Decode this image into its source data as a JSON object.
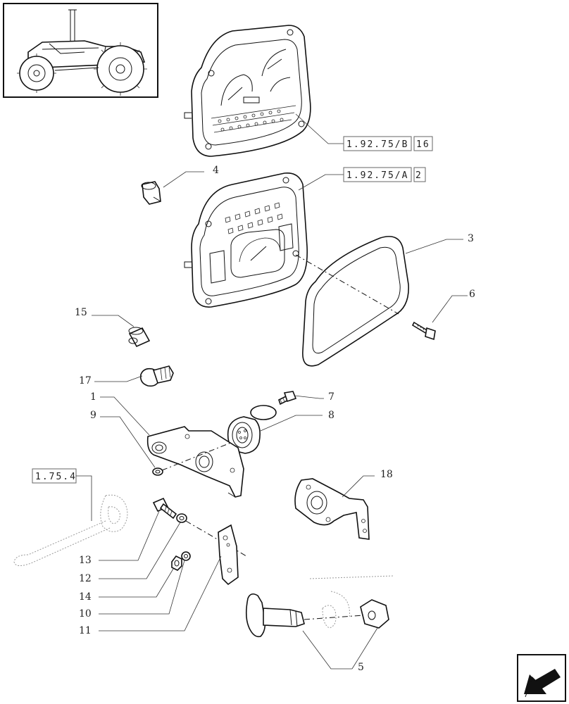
{
  "references": {
    "upper_panel": {
      "code": "1.92.75/B",
      "qty": "16"
    },
    "lower_panel": {
      "code": "1.92.75/A",
      "qty": "2"
    },
    "harness": {
      "code": "1.75.4"
    }
  },
  "callouts": {
    "c1": "1",
    "c3": "3",
    "c4": "4",
    "c5": "5",
    "c6": "6",
    "c7": "7",
    "c8": "8",
    "c9": "9",
    "c10": "10",
    "c11": "11",
    "c12": "12",
    "c13": "13",
    "c14": "14",
    "c15": "15",
    "c17": "17",
    "c18": "18"
  },
  "nav": {
    "icon": "next-page-arrow-icon"
  }
}
